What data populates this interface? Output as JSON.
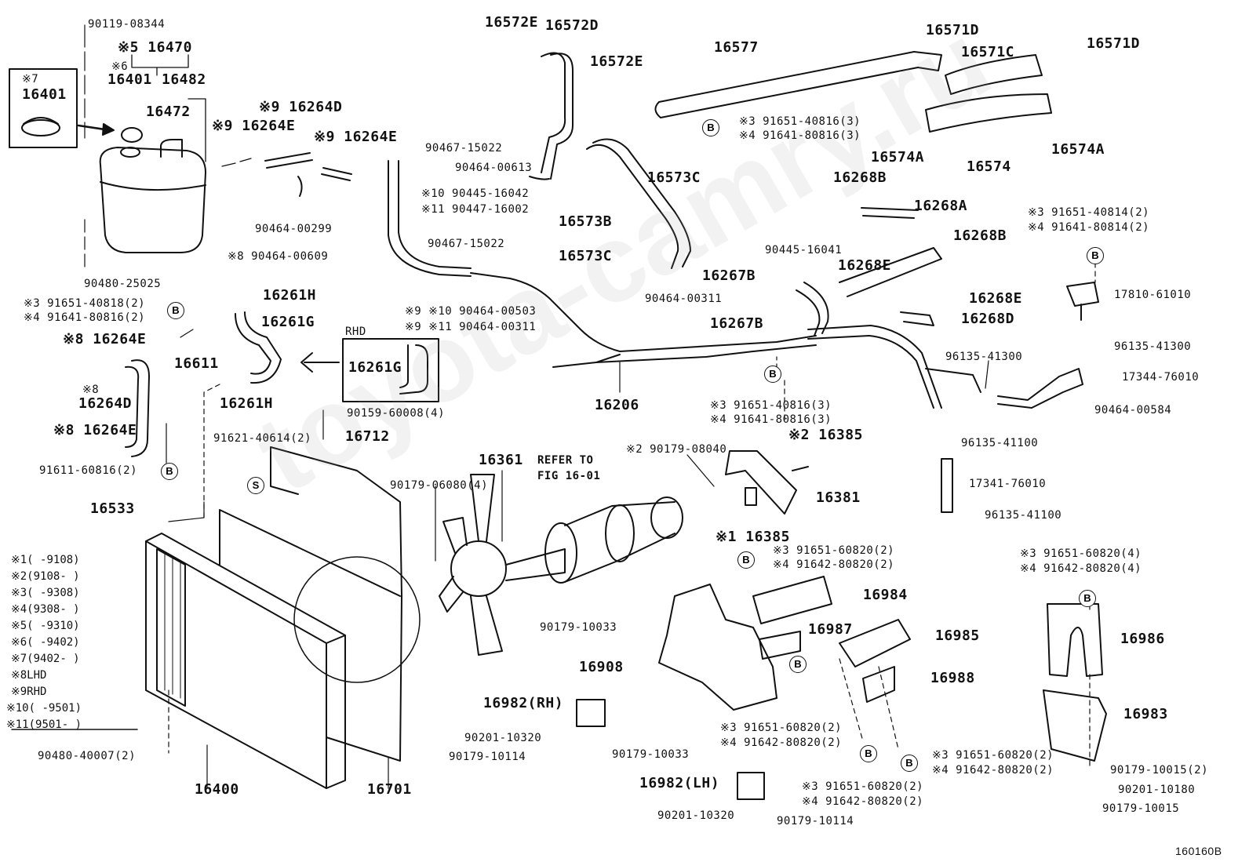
{
  "diagram_code": "160160B",
  "watermark": "toyota-camry.ru",
  "rhd_box_title": "RHD",
  "refer_note": [
    "REFER TO",
    "FIG 16-01"
  ],
  "bubble_letters": [
    "B",
    "S"
  ],
  "legend": [
    {
      "mark": "※1",
      "text": "(      -9108)"
    },
    {
      "mark": "※2",
      "text": "(9108-      )"
    },
    {
      "mark": "※3",
      "text": "(      -9308)"
    },
    {
      "mark": "※4",
      "text": "(9308-      )"
    },
    {
      "mark": "※5",
      "text": "(      -9310)"
    },
    {
      "mark": "※6",
      "text": "(      -9402)"
    },
    {
      "mark": "※7",
      "text": "(9402-      )"
    },
    {
      "mark": "※8",
      "text": "LHD"
    },
    {
      "mark": "※9",
      "text": "RHD"
    },
    {
      "mark": "※10",
      "text": "(      -9501)"
    },
    {
      "mark": "※11",
      "text": "(9501-      )"
    }
  ],
  "part_labels": [
    "90119-08344",
    "※5 16470",
    "※6",
    "16401",
    "16482",
    "※7",
    "16401",
    "16472",
    "※9 16264D",
    "※9 16264E",
    "※9 16264E",
    "90464-00299",
    "90467-15022",
    "90464-00613",
    "※10 90445-16042",
    "※11 90447-16002",
    "90467-15022",
    "※8 90464-00609",
    "90480-25025",
    "※3 91651-40818(2)",
    "※4 91641-80816(2)",
    "16261H",
    "16261G",
    "16611",
    "※9  ※10 90464-00503",
    "※9  ※11 90464-00311",
    "16261G",
    "16261H",
    "※8 16264E",
    "※8",
    "16264D",
    "※8 16264E",
    "91611-60816(2)",
    "16533",
    "90159-60008(4)",
    "91621-40614(2)",
    "16712",
    "16361",
    "90179-06080(4)",
    "16572E",
    "16572D",
    "16572E",
    "16577",
    "16571D",
    "16571C",
    "16571D",
    "※3 91651-40816(3)",
    "※4 91641-80816(3)",
    "16574A",
    "16574",
    "16574A",
    "16573C",
    "16573B",
    "16573C",
    "16268B",
    "16268A",
    "16268B",
    "90445-16041",
    "16267B",
    "16268E",
    "90464-00311",
    "16268E",
    "16267B",
    "16268D",
    "※3 91651-40814(2)",
    "※4 91641-80814(2)",
    "17810-61010",
    "96135-41300",
    "96135-41300",
    "17344-76010",
    "90464-00584",
    "16206",
    "※3 91651-40816(3)",
    "※4 91641-80816(3)",
    "※2 16385",
    "※2 90179-08040",
    "16381",
    "96135-41100",
    "17341-76010",
    "96135-41100",
    "※1 16385",
    "※3 91651-60820(2)",
    "※4 91642-80820(2)",
    "16984",
    "90179-10033",
    "16987",
    "16985",
    "16908",
    "16988",
    "※3 91651-60820(4)",
    "※4 91642-80820(4)",
    "16986",
    "16983",
    "16982(RH)",
    "90201-10320",
    "90179-10114",
    "90179-10033",
    "※3 91651-60820(2)",
    "※4 91642-80820(2)",
    "※3 91651-60820(2)",
    "※4 91642-80820(2)",
    "90179-10015(2)",
    "90201-10180",
    "90179-10015",
    "16982(LH)",
    "※3 91651-60820(2)",
    "※4 91642-80820(2)",
    "90201-10320",
    "90179-10114",
    "90480-40007(2)",
    "16400",
    "16701"
  ]
}
